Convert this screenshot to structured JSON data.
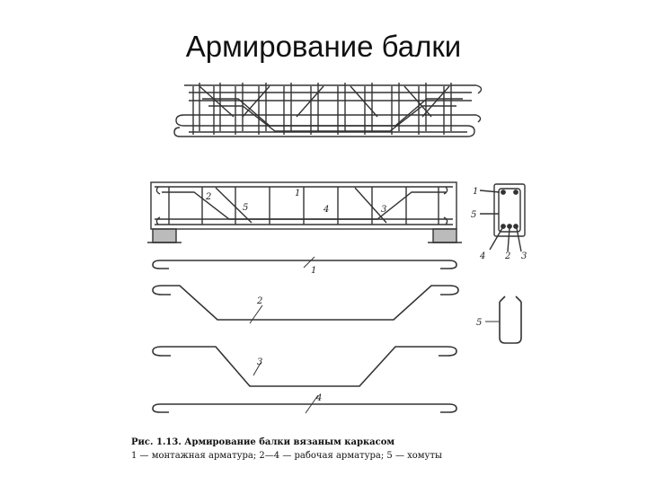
{
  "title": "Армирование балки",
  "labels": {
    "l1": "1",
    "l2": "2",
    "l3": "3",
    "l4": "4",
    "l5": "5"
  },
  "caption": {
    "line1": "Рис. 1.13. Армирование балки вязаным каркасом",
    "line2": "1 — монтажная арматура; 2—4 — рабочая арматура; 5 — хомуты"
  }
}
